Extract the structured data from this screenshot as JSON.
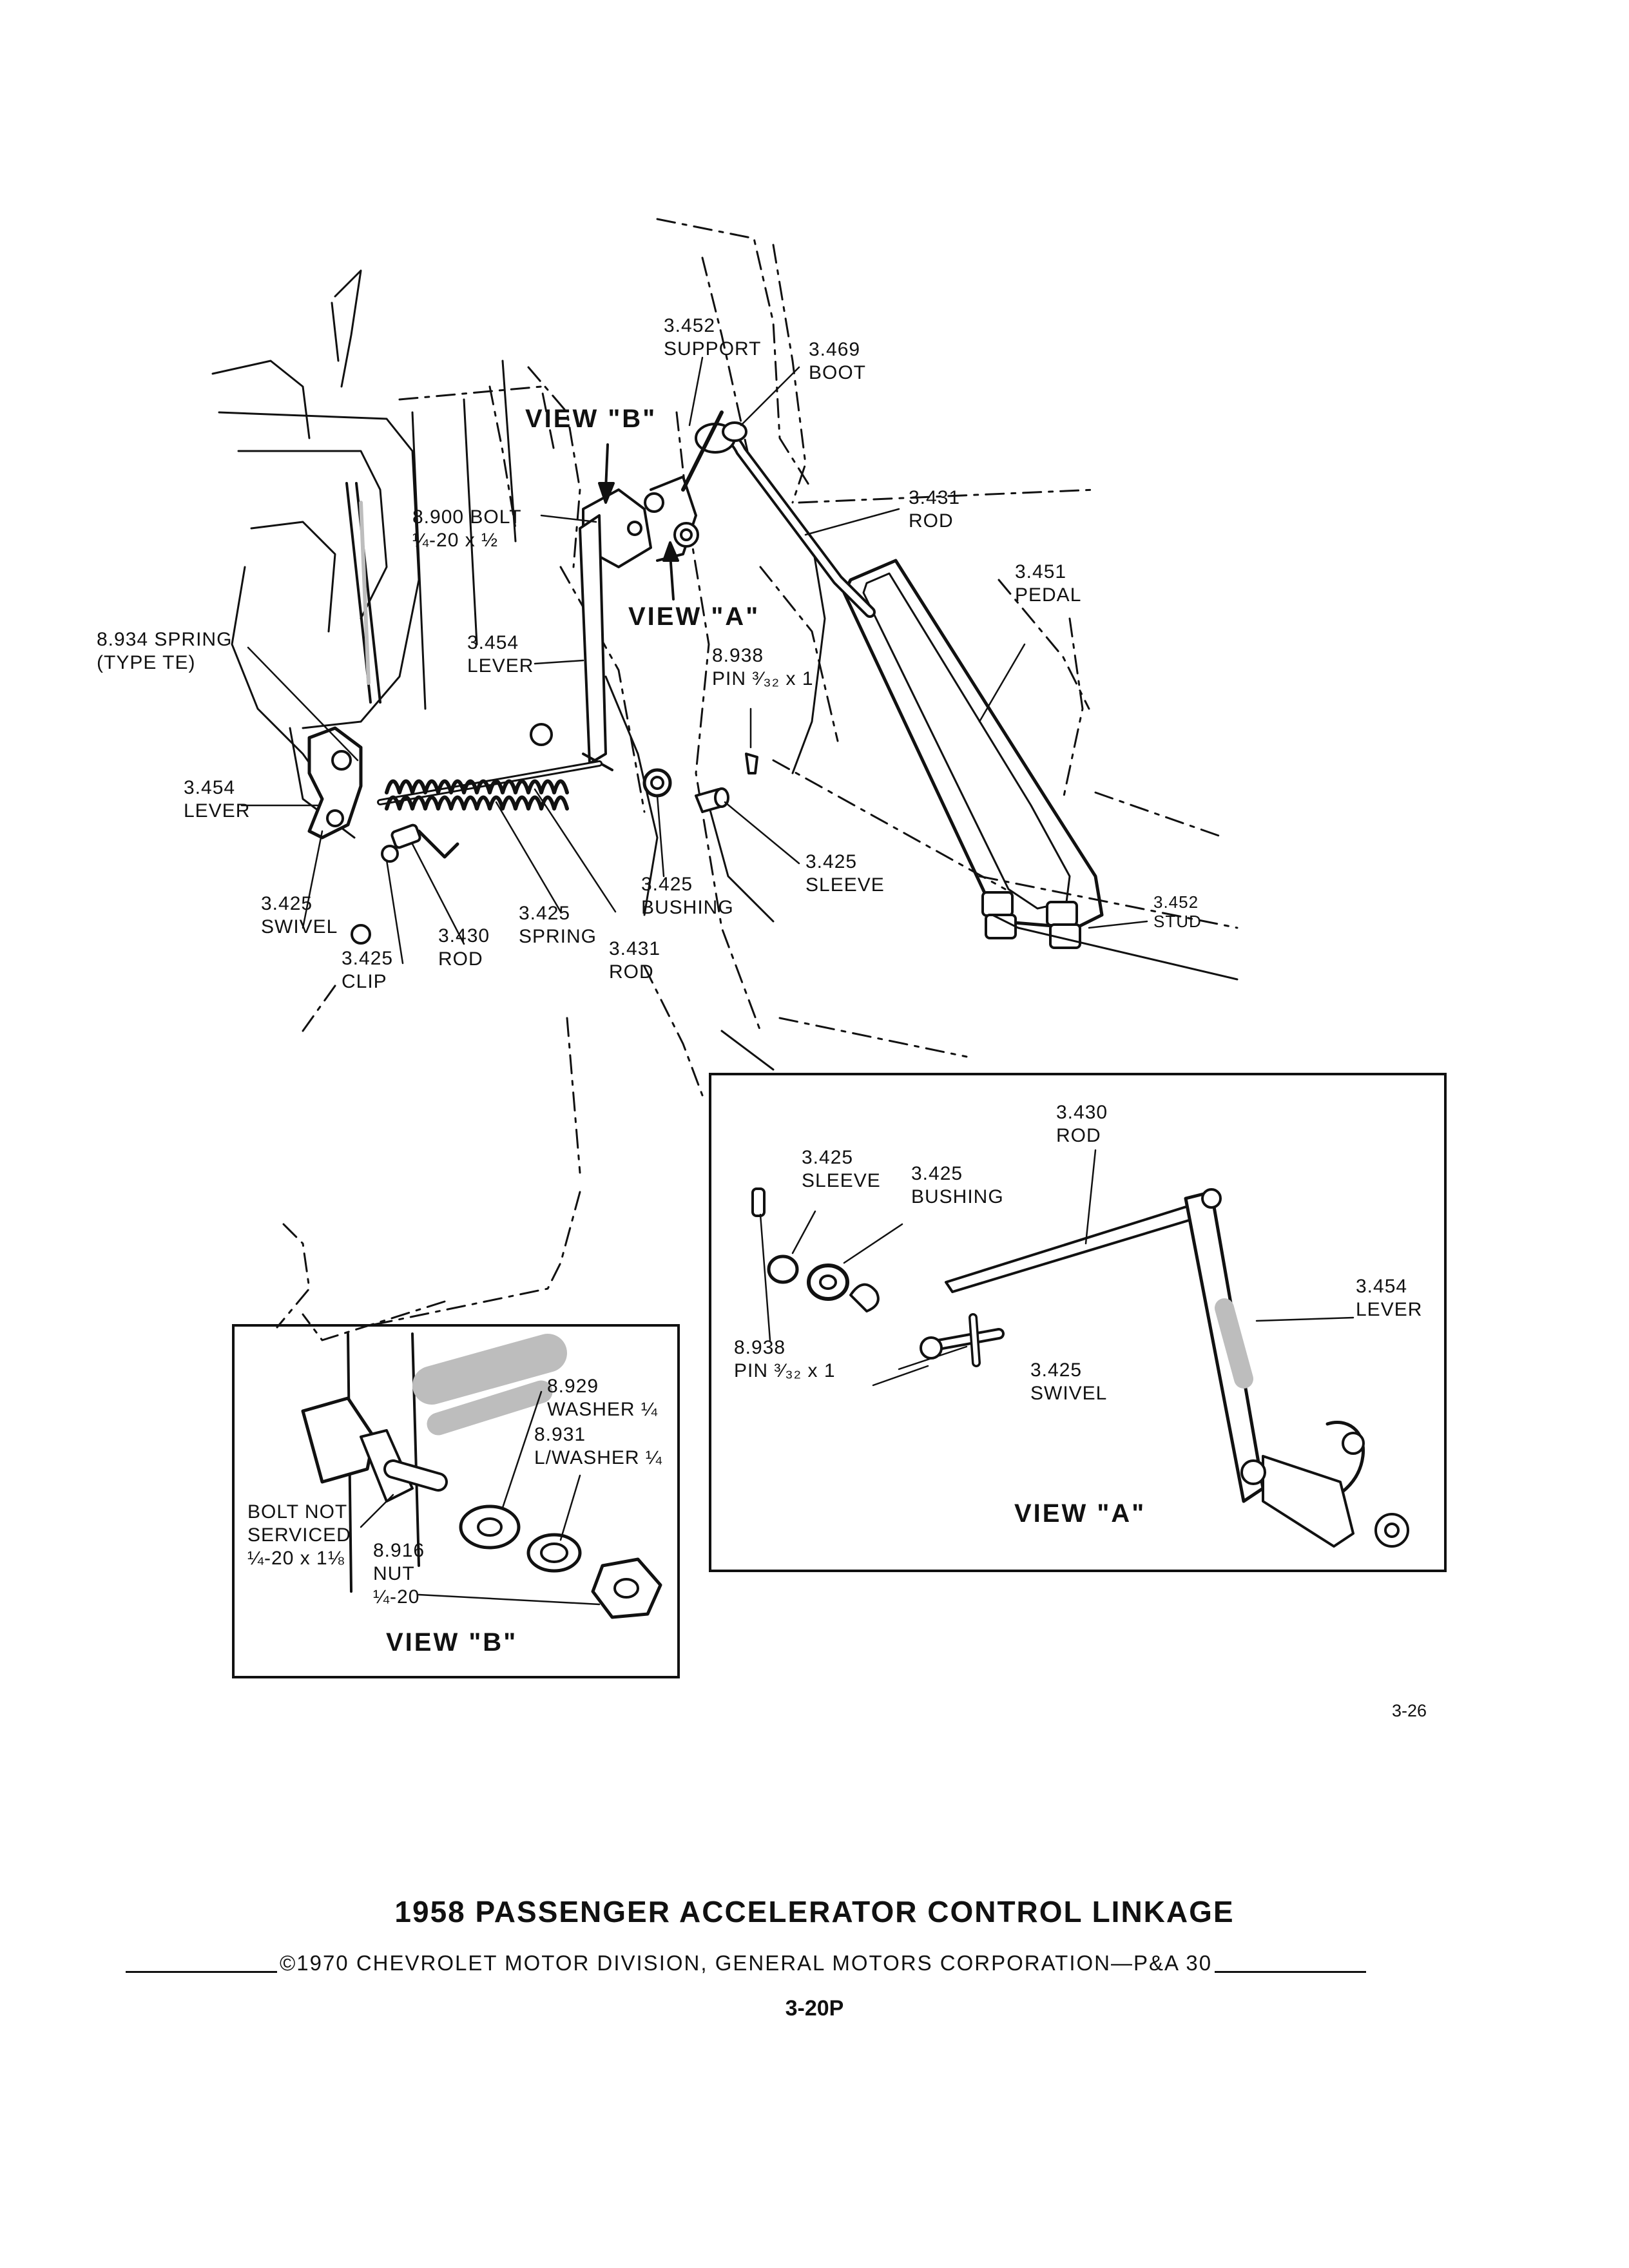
{
  "colors": {
    "ink": "#111111",
    "paper": "#ffffff",
    "tint": "#bdbdbd"
  },
  "main_labels": [
    {
      "id": "support-3452",
      "lines": [
        "3.452",
        "SUPPORT"
      ]
    },
    {
      "id": "boot-3469",
      "lines": [
        "3.469",
        "BOOT"
      ]
    },
    {
      "id": "rod-3431-top",
      "lines": [
        "3.431",
        "ROD"
      ]
    },
    {
      "id": "pedal-3451",
      "lines": [
        "3.451",
        "PEDAL"
      ]
    },
    {
      "id": "bolt-8900",
      "lines": [
        "8.900 BOLT",
        "¼-20 x ½"
      ]
    },
    {
      "id": "spring-8934",
      "lines": [
        "8.934 SPRING",
        "(TYPE TE)"
      ]
    },
    {
      "id": "lever-3454-upper",
      "lines": [
        "3.454",
        "LEVER"
      ]
    },
    {
      "id": "pin-8938",
      "lines": [
        "8.938",
        "PIN ³⁄₃₂ x 1"
      ]
    },
    {
      "id": "lever-3454-left",
      "lines": [
        "3.454",
        "LEVER"
      ]
    },
    {
      "id": "sleeve-3425",
      "lines": [
        "3.425",
        "SLEEVE"
      ]
    },
    {
      "id": "stud-3452",
      "lines": [
        "3.452",
        "STUD"
      ]
    },
    {
      "id": "bushing-3425",
      "lines": [
        "3.425",
        "BUSHING"
      ]
    },
    {
      "id": "swivel-3425",
      "lines": [
        "3.425",
        "SWIVEL"
      ]
    },
    {
      "id": "spring-3425",
      "lines": [
        "3.425",
        "SPRING"
      ]
    },
    {
      "id": "rod-3430",
      "lines": [
        "3.430",
        "ROD"
      ]
    },
    {
      "id": "clip-3425",
      "lines": [
        "3.425",
        "CLIP"
      ]
    },
    {
      "id": "rod-3431-bottom",
      "lines": [
        "3.431",
        "ROD"
      ]
    }
  ],
  "view_callouts": {
    "view_b": "VIEW \"B\"",
    "view_a": "VIEW \"A\""
  },
  "view_a": {
    "title": "VIEW \"A\"",
    "labels": [
      {
        "id": "rod-3430",
        "lines": [
          "3.430",
          "ROD"
        ]
      },
      {
        "id": "sleeve-3425",
        "lines": [
          "3.425",
          "SLEEVE"
        ]
      },
      {
        "id": "bushing-3425",
        "lines": [
          "3.425",
          "BUSHING"
        ]
      },
      {
        "id": "lever-3454",
        "lines": [
          "3.454",
          "LEVER"
        ]
      },
      {
        "id": "pin-8938",
        "lines": [
          "8.938",
          "PIN ³⁄₃₂ x 1"
        ]
      },
      {
        "id": "swivel-3425",
        "lines": [
          "3.425",
          "SWIVEL"
        ]
      }
    ]
  },
  "view_b": {
    "title": "VIEW \"B\"",
    "labels": [
      {
        "id": "washer-8929",
        "lines": [
          "8.929",
          "WASHER ¼"
        ]
      },
      {
        "id": "lwasher-8931",
        "lines": [
          "8.931",
          "L/WASHER ¼"
        ]
      },
      {
        "id": "bolt-not-serviced",
        "lines": [
          "BOLT NOT",
          "SERVICED",
          "¼-20 x 1⅛"
        ]
      },
      {
        "id": "nut-8916",
        "lines": [
          "8.916",
          "NUT",
          "¼-20"
        ]
      }
    ]
  },
  "figure_number": "3-26",
  "title": "1958 PASSENGER ACCELERATOR CONTROL LINKAGE",
  "copyright": "©1970 CHEVROLET MOTOR DIVISION, GENERAL MOTORS CORPORATION—P&A 30",
  "page_number": "3-20P"
}
